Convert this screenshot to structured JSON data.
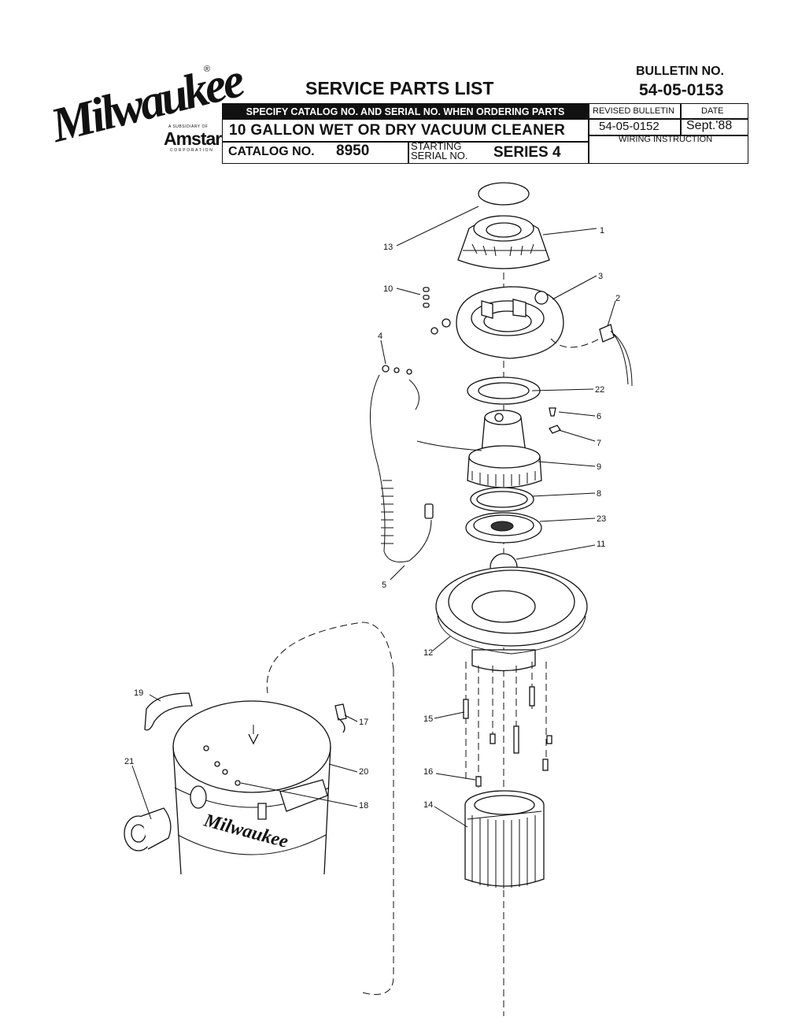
{
  "logo": {
    "brand": "Milwaukee",
    "registered": "®",
    "subsidiary": "A SUBSIDIARY OF",
    "parent": "Amstar",
    "parent_sub": "CORPORATION"
  },
  "header": {
    "title": "SERVICE PARTS LIST",
    "bulletin_label": "BULLETIN NO.",
    "bulletin_no": "54-05-0153",
    "specify": "SPECIFY CATALOG NO. AND SERIAL NO. WHEN ORDERING PARTS",
    "product": "10 GALLON WET OR DRY VACUUM CLEANER",
    "catalog_label": "CATALOG NO.",
    "catalog_no": "8950",
    "starting_label": "STARTING",
    "serial_label": "SERIAL NO.",
    "series": "SERIES 4",
    "revised_label": "REVISED BULLETIN",
    "revised_no": "54-05-0152",
    "date_label": "DATE",
    "date": "Sept.'88",
    "wiring": "WIRING INSTRUCTION"
  },
  "diagram": {
    "callouts": {
      "c1": "1",
      "c2": "2",
      "c3": "3",
      "c4": "4",
      "c5": "5",
      "c6": "6",
      "c7": "7",
      "c8": "8",
      "c9": "9",
      "c10": "10",
      "c11": "11",
      "c12": "12",
      "c13": "13",
      "c14": "14",
      "c15": "15",
      "c16": "16",
      "c17": "17",
      "c18": "18",
      "c19": "19",
      "c20": "20",
      "c21": "21",
      "c22": "22",
      "c23": "23"
    },
    "tank_logo": "Milwaukee"
  }
}
